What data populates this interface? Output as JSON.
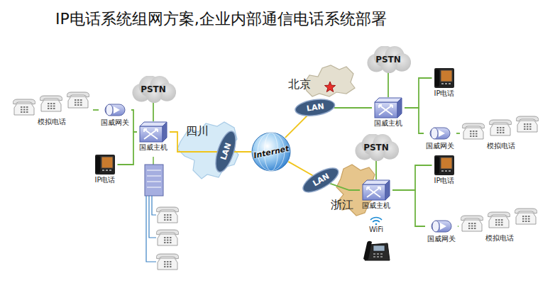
{
  "diagram": {
    "title": "IP电话系统组网方案,企业内部通信电话系统部署",
    "nodes": [
      {
        "text": [
          "PSTN"
        ]
      },
      {
        "text": [
          "模拟电话"
        ]
      },
      {
        "text": [
          "国威网关"
        ]
      },
      {
        "text": [
          "国威主机"
        ]
      },
      {
        "text": [
          "IP电话"
        ]
      },
      {
        "text": [
          "四川"
        ]
      },
      {
        "text": [
          "LAN"
        ]
      },
      {
        "text": [
          "Internet"
        ]
      },
      {
        "text": [
          "北京"
        ]
      },
      {
        "text": [
          "LAN"
        ]
      },
      {
        "text": [
          "PSTN"
        ]
      },
      {
        "text": [
          "国威主机"
        ]
      },
      {
        "text": [
          "IP电话"
        ]
      },
      {
        "text": [
          "国威网关"
        ]
      },
      {
        "text": [
          "模拟电话"
        ]
      },
      {
        "text": [
          "浙江"
        ]
      },
      {
        "text": [
          "LAN"
        ]
      },
      {
        "text": [
          "PSTN"
        ]
      },
      {
        "text": [
          "国威主机"
        ]
      },
      {
        "text": [
          "IP电话"
        ]
      },
      {
        "text": [
          "国威网关"
        ]
      },
      {
        "text": [
          "模拟电话"
        ]
      }
    ],
    "edges": [
      {
        "from": 0,
        "to": 3,
        "arrow": "none"
      },
      {
        "from": 1,
        "to": 2,
        "arrow": "none"
      },
      {
        "from": 2,
        "to": 3,
        "arrow": "none"
      },
      {
        "from": 4,
        "to": 3,
        "arrow": "none"
      },
      {
        "from": 3,
        "to": 6,
        "arrow": "none"
      },
      {
        "from": 6,
        "to": 7,
        "arrow": "none"
      },
      {
        "from": 7,
        "to": 9,
        "arrow": "none"
      },
      {
        "from": 9,
        "to": 11,
        "arrow": "none"
      },
      {
        "from": 10,
        "to": 11,
        "arrow": "none"
      },
      {
        "from": 11,
        "to": 12,
        "arrow": "none"
      },
      {
        "from": 11,
        "to": 13,
        "arrow": "none"
      },
      {
        "from": 13,
        "to": 14,
        "arrow": "none"
      },
      {
        "from": 7,
        "to": 16,
        "arrow": "none"
      },
      {
        "from": 16,
        "to": 18,
        "arrow": "none"
      },
      {
        "from": 17,
        "to": 18,
        "arrow": "none"
      },
      {
        "from": 18,
        "to": 19,
        "arrow": "none"
      },
      {
        "from": 18,
        "to": 20,
        "arrow": "none"
      },
      {
        "from": 20,
        "to": 21,
        "arrow": "none"
      }
    ],
    "labels": [
      "WiFi"
    ]
  }
}
